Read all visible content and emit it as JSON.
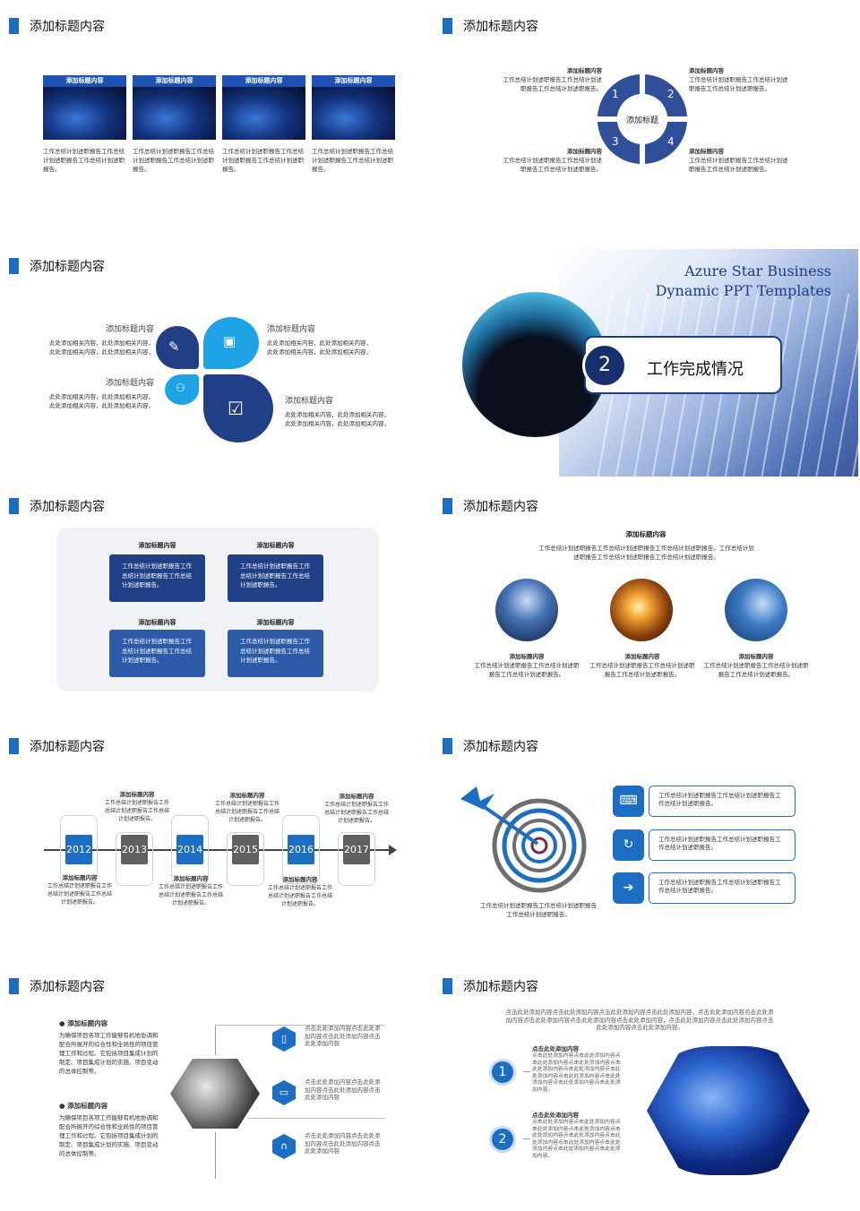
{
  "heading": "添加标题内容",
  "colors": {
    "accent": "#1b6ec2",
    "navy": "#213f86",
    "light_blue": "#1ea3e6"
  },
  "s1": {
    "cards": [
      {
        "label": "添加标题内容",
        "text": "工作总结计划述职报告工作总结计划述职报告工作总结计划述职报告。"
      },
      {
        "label": "添加标题内容",
        "text": "工作总结计划述职报告工作总结计划述职报告工作总结计划述职报告。"
      },
      {
        "label": "添加标题内容",
        "text": "工作总结计划述职报告工作总结计划述职报告工作总结计划述职报告。"
      },
      {
        "label": "添加标题内容",
        "text": "工作总结计划述职报告工作总结计划述职报告工作总结计划述职报告。"
      }
    ]
  },
  "s2": {
    "center": "添加标题",
    "nums": [
      "1",
      "2",
      "3",
      "4"
    ],
    "items": [
      {
        "title": "添加标题内容",
        "text": "工作总结计划述职报告工作总结计划述职报告工作总结计划述职报告。"
      },
      {
        "title": "添加标题内容",
        "text": "工作总结计划述职报告工作总结计划述职报告工作总结计划述职报告。"
      },
      {
        "title": "添加标题内容",
        "text": "工作总结计划述职报告工作总结计划述职报告工作总结计划述职报告。"
      },
      {
        "title": "添加标题内容",
        "text": "工作总结计划述职报告工作总结计划述职报告工作总结计划述职报告。"
      }
    ]
  },
  "s3": {
    "items": [
      {
        "title": "添加标题内容",
        "text": "此处添加相关内容，此处添加相关内容，此处添加相关内容，此处添加相关内容，"
      },
      {
        "title": "添加标题内容",
        "text": "此处添加相关内容，此处添加相关内容，此处添加相关内容，此处添加相关内容，"
      },
      {
        "title": "添加标题内容",
        "text": "此处添加相关内容，此处添加相关内容，此处添加相关内容，此处添加相关内容，"
      },
      {
        "title": "添加标题内容",
        "text": "此处添加相关内容，此处添加相关内容，此处添加相关内容，此处添加相关内容，"
      }
    ]
  },
  "s4": {
    "brand1": "Azure Star Business",
    "brand2": "Dynamic PPT Templates",
    "num": "2",
    "title": "工作完成情况"
  },
  "s5": {
    "items": [
      {
        "title": "添加标题内容",
        "text": "工作总结计划述职报告工作总结计划述职报告工作总结计划述职报告。"
      },
      {
        "title": "添加标题内容",
        "text": "工作总结计划述职报告工作总结计划述职报告工作总结计划述职报告。"
      },
      {
        "title": "添加标题内容",
        "text": "工作总结计划述职报告工作总结计划述职报告工作总结计划述职报告。"
      },
      {
        "title": "添加标题内容",
        "text": "工作总结计划述职报告工作总结计划述职报告工作总结计划述职报告。"
      }
    ]
  },
  "s6": {
    "title": "添加标题内容",
    "text": "工作总结计划述职报告工作总结计划述职报告工作总结计划述职报告。工作总结计划述职报告工作总结计划述职报告工作总结计划述职报告。",
    "items": [
      {
        "title": "添加标题内容",
        "text": "工作总结计划述职报告工作总结计划述职报告工作总结计划述职报告。"
      },
      {
        "title": "添加标题内容",
        "text": "工作总结计划述职报告工作总结计划述职报告工作总结计划述职报告。"
      },
      {
        "title": "添加标题内容",
        "text": "工作总结计划述职报告工作总结计划述职报告工作总结计划述职报告。"
      }
    ]
  },
  "s7": {
    "years": [
      "2012",
      "2013",
      "2014",
      "2015",
      "2016",
      "2017"
    ],
    "top": [
      {
        "title": "添加标题内容",
        "text": "工作总结计划述职报告工作总结计划述职报告工作总结计划述职报告。"
      },
      {
        "title": "添加标题内容",
        "text": "工作总结计划述职报告工作总结计划述职报告工作总结计划述职报告。"
      },
      {
        "title": "添加标题内容",
        "text": "工作总结计划述职报告工作总结计划述职报告工作总结计划述职报告。"
      }
    ],
    "bottom": [
      {
        "title": "添加标题内容",
        "text": "工作总结计划述职报告工作总结计划述职报告工作总结计划述职报告。"
      },
      {
        "title": "添加标题内容",
        "text": "工作总结计划述职报告工作总结计划述职报告工作总结计划述职报告。"
      },
      {
        "title": "添加标题内容",
        "text": "工作总结计划述职报告工作总结计划述职报告工作总结计划述职报告。"
      }
    ]
  },
  "s8": {
    "caption": "工作总结计划述职报告工作总结计划述职报告工作总结计划述职报告。",
    "items": [
      {
        "icon": "laptop-icon",
        "text": "工作总结计划述职报告工作总结计划述职报告工作总结计划述职报告。"
      },
      {
        "icon": "return-arrow-icon",
        "text": "工作总结计划述职报告工作总结计划述职报告工作总结计划述职报告。"
      },
      {
        "icon": "next-arrow-icon",
        "text": "工作总结计划述职报告工作总结计划述职报告工作总结计划述职报告。"
      }
    ]
  },
  "s9": {
    "items": [
      {
        "title": "添加标题内容",
        "text": "为确保项目各项工作能够有机地协调和配合所展开的综合性和全局性的项目管理工作和过程。它包括项目集成计划的制定、项目集成计划的实施、项目变动的总体控制等。"
      },
      {
        "title": "添加标题内容",
        "text": "为确保项目各项工作能够有机地协调和配合所展开的综合性和全局性的项目管理工作和过程。它包括项目集成计划的制定、项目集成计划的实施、项目变动的总体控制等。"
      }
    ],
    "right": [
      {
        "icon": "phone-icon",
        "text": "点击此处添加内容点击此处添加内容点击此处添加内容点击此处添加内容"
      },
      {
        "icon": "monitor-icon",
        "text": "点击此处添加内容点击此处添加内容点击此处添加内容点击此处添加内容"
      },
      {
        "icon": "headphones-icon",
        "text": "点击此处添加内容点击此处添加内容点击此处添加内容点击此处添加内容"
      }
    ]
  },
  "s10": {
    "intro": "点击此处添加内容点击此处添加内容点击此处添加内容点击此处添加内容，点击此处添加内容点击此处添加内容点击此处添加内容点击此处添加内容点击此处添加内容，点击此处添加内容点击此处添加内容点击此处添加内容点击此处添加内容。",
    "items": [
      {
        "num": "1",
        "title": "点击此处添加内容",
        "text": "点击此处添加内容点击此处添加内容点击此处添加内容点击此处添加内容点击此处添加内容点击此处添加内容点击此处添加内容点击此处添加内容点击此处添加内容点击此处添加内容点击此处添加内容。"
      },
      {
        "num": "2",
        "title": "点击此处添加内容",
        "text": "点击此处添加内容点击此处添加内容点击此处添加内容点击此处添加内容点击此处添加内容点击此处添加内容点击此处添加内容点击此处添加内容点击此处添加内容点击此处添加内容点击此处添加内容。"
      }
    ]
  }
}
